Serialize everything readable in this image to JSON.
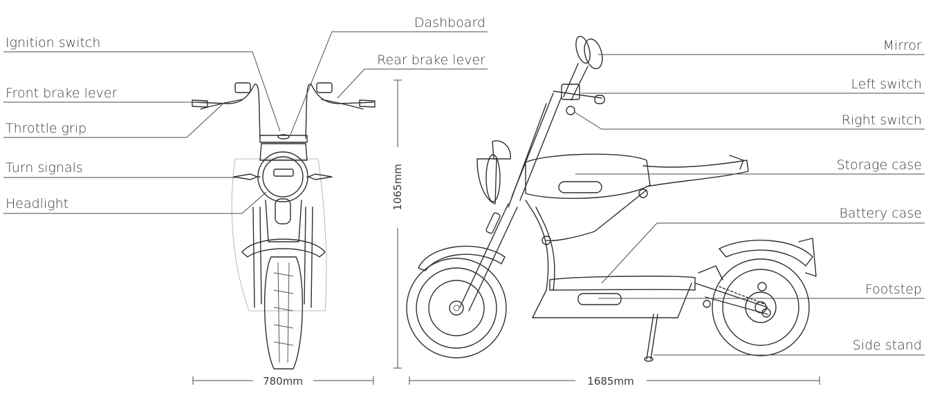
{
  "front_labels": {
    "ignition_switch": "Ignition switch",
    "front_brake_lever": "Front brake lever",
    "throttle_grip": "Throttle grip",
    "turn_signals": "Turn signals",
    "headlight": "Headlight",
    "dashboard": "Dashboard",
    "rear_brake_lever": "Rear brake lever"
  },
  "side_labels": {
    "mirror": "Mirror",
    "left_switch": "Left switch",
    "right_switch": "Right switch",
    "storage_case": "Storage case",
    "battery_case": "Battery case",
    "footstep": "Footstep",
    "side_stand": "Side stand"
  },
  "dimensions": {
    "front_width": "780mm",
    "height": "1065mm",
    "length": "1685mm"
  }
}
